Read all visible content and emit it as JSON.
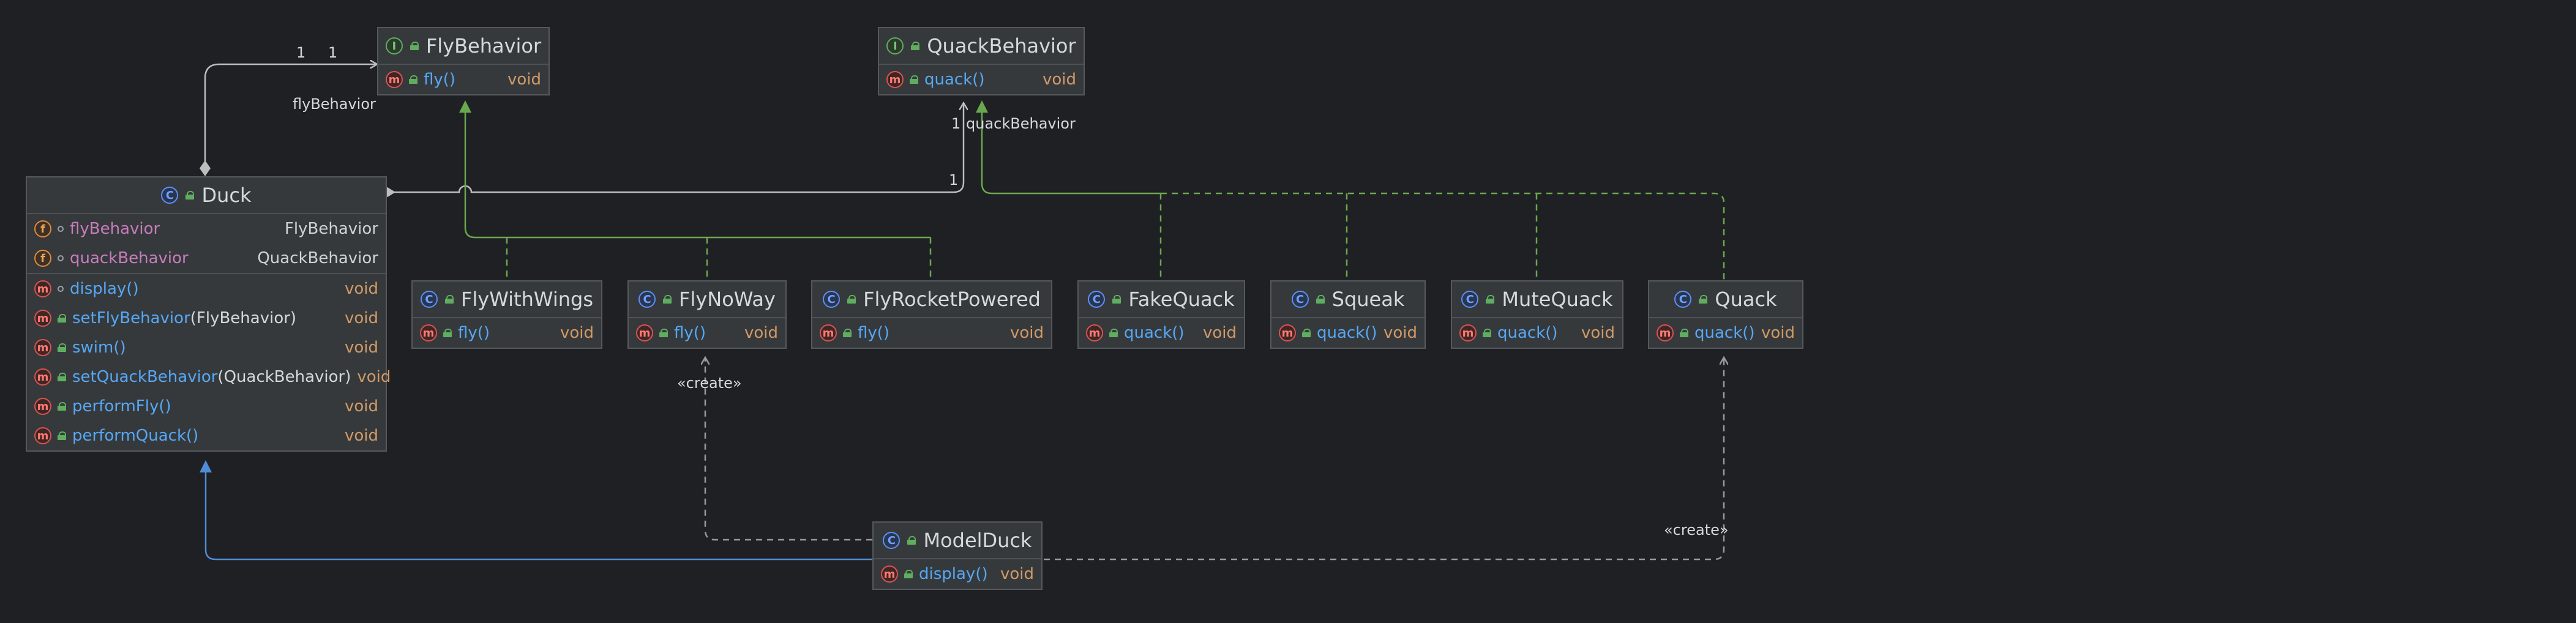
{
  "colors": {
    "background": "#1f2023",
    "association": "#bdbdbd",
    "realization": "#6aa84f",
    "inheritance": "#4f8cd9",
    "dependency": "#9a9a9a"
  },
  "classes": {
    "flybehavior": {
      "kind": "interface",
      "name": "FlyBehavior",
      "methods": [
        {
          "name": "fly()",
          "type": "void"
        }
      ]
    },
    "quackbehavior": {
      "kind": "interface",
      "name": "QuackBehavior",
      "methods": [
        {
          "name": "quack()",
          "type": "void"
        }
      ]
    },
    "duck": {
      "kind": "class",
      "name": "Duck",
      "fields": [
        {
          "name": "flyBehavior",
          "type": "FlyBehavior"
        },
        {
          "name": "quackBehavior",
          "type": "QuackBehavior"
        }
      ],
      "methods": [
        {
          "name": "display()",
          "type": "void"
        },
        {
          "name": "setFlyBehavior",
          "param": "(FlyBehavior)",
          "type": "void"
        },
        {
          "name": "swim()",
          "type": "void"
        },
        {
          "name": "setQuackBehavior",
          "param": "(QuackBehavior)",
          "type": "void"
        },
        {
          "name": "performFly()",
          "type": "void"
        },
        {
          "name": "performQuack()",
          "type": "void"
        }
      ]
    },
    "flywithwings": {
      "kind": "class",
      "name": "FlyWithWings",
      "methods": [
        {
          "name": "fly()",
          "type": "void"
        }
      ]
    },
    "flynoway": {
      "kind": "class",
      "name": "FlyNoWay",
      "methods": [
        {
          "name": "fly()",
          "type": "void"
        }
      ]
    },
    "flyrocketpowered": {
      "kind": "class",
      "name": "FlyRocketPowered",
      "methods": [
        {
          "name": "fly()",
          "type": "void"
        }
      ]
    },
    "fakequack": {
      "kind": "class",
      "name": "FakeQuack",
      "methods": [
        {
          "name": "quack()",
          "type": "void"
        }
      ]
    },
    "squeak": {
      "kind": "class",
      "name": "Squeak",
      "methods": [
        {
          "name": "quack()",
          "type": "void"
        }
      ]
    },
    "mutequack": {
      "kind": "class",
      "name": "MuteQuack",
      "methods": [
        {
          "name": "quack()",
          "type": "void"
        }
      ]
    },
    "quack": {
      "kind": "class",
      "name": "Quack",
      "methods": [
        {
          "name": "quack()",
          "type": "void"
        }
      ]
    },
    "modelduck": {
      "kind": "class",
      "name": "ModelDuck",
      "methods": [
        {
          "name": "display()",
          "type": "void"
        }
      ]
    }
  },
  "edge_labels": {
    "fly_mult_1": "1",
    "fly_mult_2": "1",
    "fly_role": "flyBehavior",
    "quack_mult_1": "1",
    "quack_mult_2": "1",
    "quack_role": "quackBehavior",
    "create_1": "«create»",
    "create_2": "«create»"
  }
}
